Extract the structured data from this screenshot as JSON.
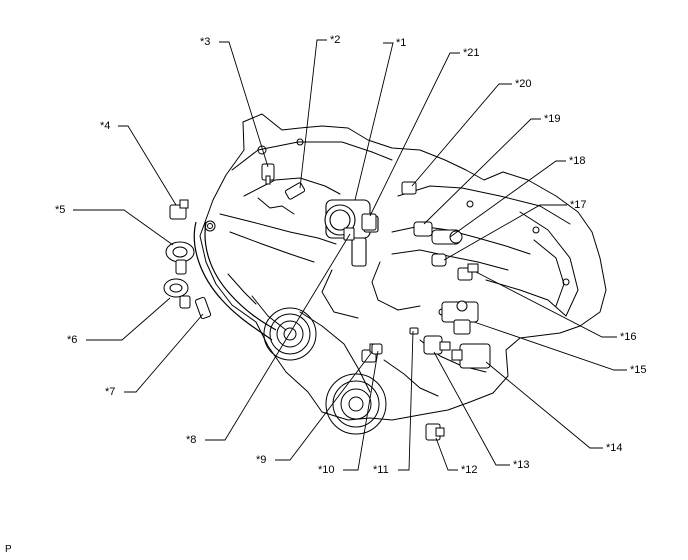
{
  "callouts": [
    {
      "id": "1",
      "label": "*1"
    },
    {
      "id": "2",
      "label": "*2"
    },
    {
      "id": "3",
      "label": "*3"
    },
    {
      "id": "4",
      "label": "*4"
    },
    {
      "id": "5",
      "label": "*5"
    },
    {
      "id": "6",
      "label": "*6"
    },
    {
      "id": "7",
      "label": "*7"
    },
    {
      "id": "8",
      "label": "*8"
    },
    {
      "id": "9",
      "label": "*9"
    },
    {
      "id": "10",
      "label": "*10"
    },
    {
      "id": "11",
      "label": "*11"
    },
    {
      "id": "12",
      "label": "*12"
    },
    {
      "id": "13",
      "label": "*13"
    },
    {
      "id": "14",
      "label": "*14"
    },
    {
      "id": "15",
      "label": "*15"
    },
    {
      "id": "16",
      "label": "*16"
    },
    {
      "id": "17",
      "label": "*17"
    },
    {
      "id": "18",
      "label": "*18"
    },
    {
      "id": "19",
      "label": "*19"
    },
    {
      "id": "20",
      "label": "*20"
    },
    {
      "id": "21",
      "label": "*21"
    }
  ],
  "corner_mark": "P",
  "colors": {
    "line": "#000000",
    "background": "#ffffff"
  }
}
